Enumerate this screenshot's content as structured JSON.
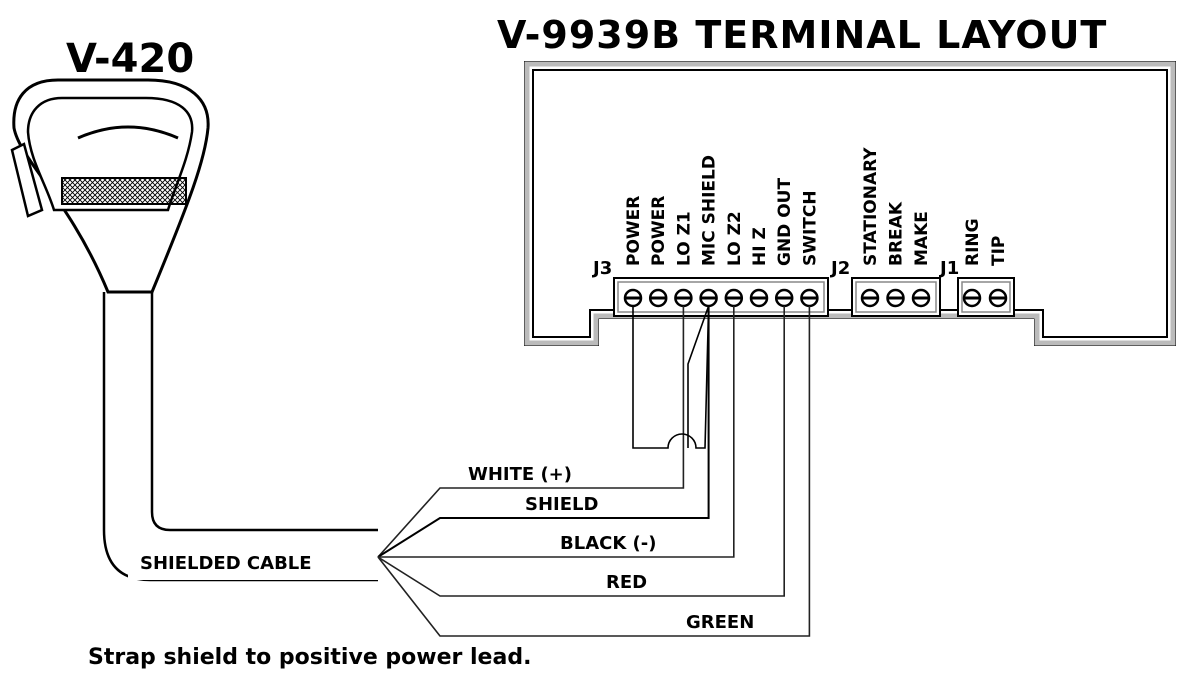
{
  "device": {
    "title": "V-420"
  },
  "terminal_layout": {
    "title": "V-9939B TERMINAL LAYOUT",
    "connectors": [
      {
        "id": "J3",
        "terminals": [
          "POWER",
          "POWER",
          "LO Z1",
          "MIC SHIELD",
          "LO Z2",
          "HI Z",
          "GND OUT",
          "SWITCH"
        ]
      },
      {
        "id": "J2",
        "terminals": [
          "STATIONARY",
          "BREAK",
          "MAKE"
        ]
      },
      {
        "id": "J1",
        "terminals": [
          "RING",
          "TIP"
        ]
      }
    ]
  },
  "cable": {
    "label": "SHIELDED CABLE"
  },
  "wires": [
    {
      "label": "WHITE (+)"
    },
    {
      "label": "SHIELD"
    },
    {
      "label": "BLACK (-)"
    },
    {
      "label": "RED"
    },
    {
      "label": "GREEN"
    }
  ],
  "note": "Strap shield to positive power lead."
}
